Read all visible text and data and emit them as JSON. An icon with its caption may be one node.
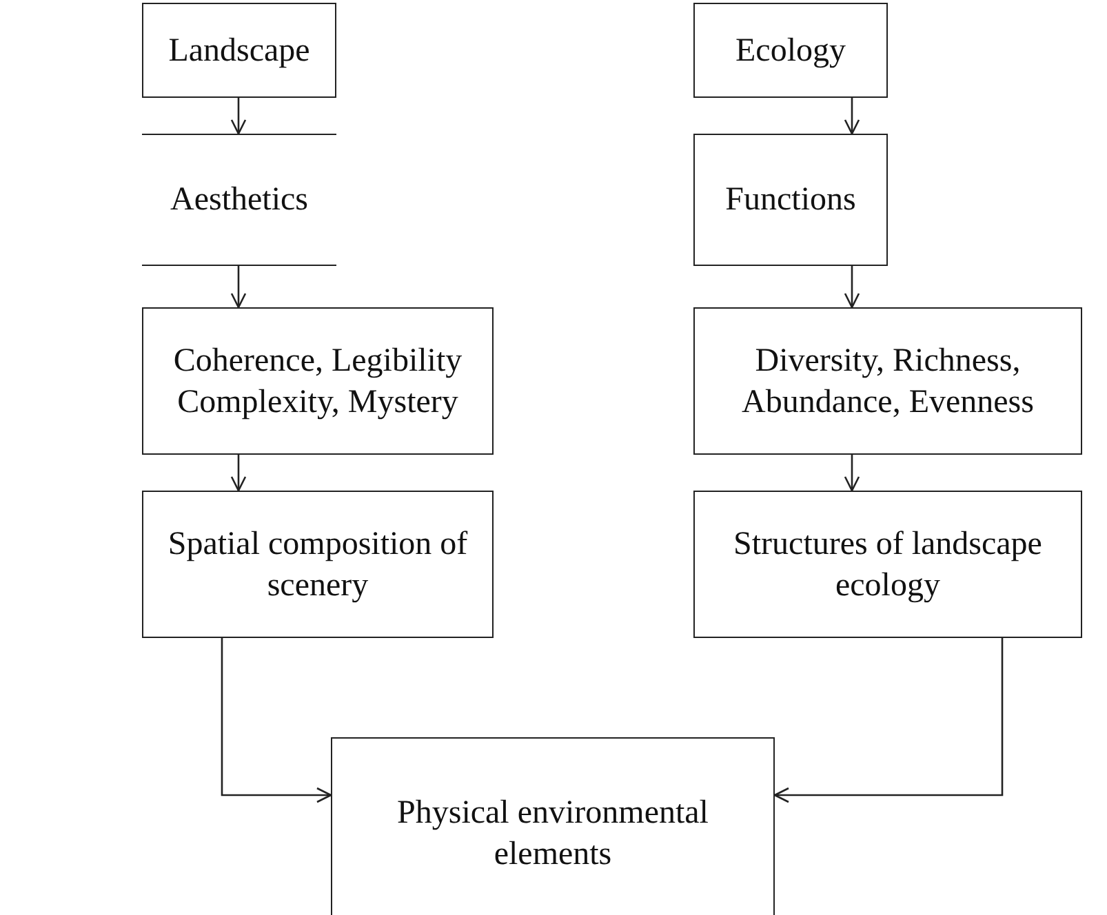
{
  "diagram": {
    "nodes": [
      {
        "text": [
          "Landscape"
        ]
      },
      {
        "text": [
          "Aesthetics"
        ]
      },
      {
        "text": [
          "Coherence, Legibility Complexity, Mystery"
        ]
      },
      {
        "text": [
          "Spatial composition of scenery"
        ]
      },
      {
        "text": [
          "Ecology"
        ]
      },
      {
        "text": [
          "Functions"
        ]
      },
      {
        "text": [
          "Diversity, Richness, Abundance, Evenness"
        ]
      },
      {
        "text": [
          "Structures of landscape ecology"
        ]
      },
      {
        "text": [
          "Physical environmental elements"
        ]
      }
    ],
    "edges": [
      {
        "from": 0,
        "to": 1,
        "arrow": "to"
      },
      {
        "from": 1,
        "to": 2,
        "arrow": "to"
      },
      {
        "from": 2,
        "to": 3,
        "arrow": "to"
      },
      {
        "from": 3,
        "to": 8,
        "arrow": "to"
      },
      {
        "from": 4,
        "to": 5,
        "arrow": "to"
      },
      {
        "from": 5,
        "to": 6,
        "arrow": "to"
      },
      {
        "from": 6,
        "to": 7,
        "arrow": "to"
      },
      {
        "from": 7,
        "to": 8,
        "arrow": "to"
      }
    ]
  }
}
